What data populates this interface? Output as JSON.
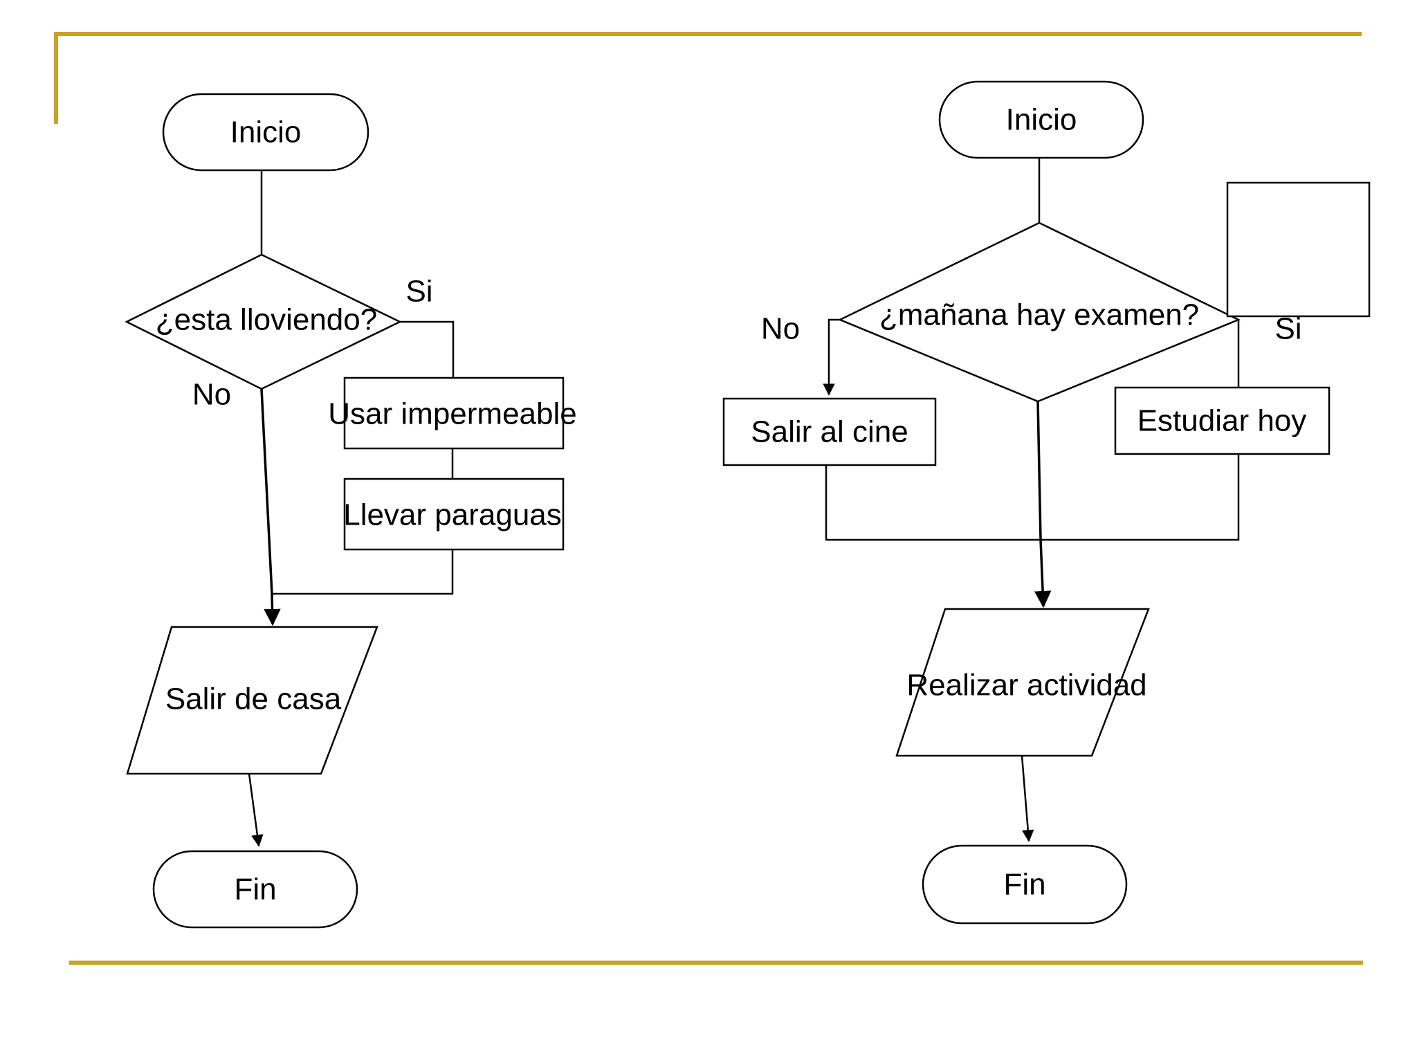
{
  "slide": {
    "background_color": "#ffffff",
    "accent_color": "#C9A227",
    "line_color": "#000000"
  },
  "diagrams": [
    {
      "id": "flowchart-lluvia",
      "nodes": [
        {
          "id": "inicio-left",
          "type": "terminator",
          "label": "Inicio"
        },
        {
          "id": "decision-lloviendo",
          "type": "decision",
          "label": "¿esta lloviendo?"
        },
        {
          "id": "usar-impermeable",
          "type": "process",
          "label": "Usar impermeable"
        },
        {
          "id": "llevar-paraguas",
          "type": "process",
          "label": "Llevar paraguas"
        },
        {
          "id": "salir-de-casa",
          "type": "input-output",
          "label": "Salir de casa"
        },
        {
          "id": "fin-left",
          "type": "terminator",
          "label": "Fin"
        }
      ],
      "branch_labels": [
        {
          "id": "si-left",
          "label": "Si"
        },
        {
          "id": "no-left",
          "label": "No"
        }
      ]
    },
    {
      "id": "flowchart-examen",
      "nodes": [
        {
          "id": "inicio-right",
          "type": "terminator",
          "label": "Inicio"
        },
        {
          "id": "decision-examen",
          "type": "decision",
          "label": "¿mañana hay examen?"
        },
        {
          "id": "salir-al-cine",
          "type": "process",
          "label": "Salir al cine"
        },
        {
          "id": "estudiar-hoy",
          "type": "process",
          "label": "Estudiar hoy"
        },
        {
          "id": "caja-vacia",
          "type": "process",
          "label": ""
        },
        {
          "id": "realizar-actividad",
          "type": "input-output",
          "label": "Realizar actividad"
        },
        {
          "id": "fin-right",
          "type": "terminator",
          "label": "Fin"
        }
      ],
      "branch_labels": [
        {
          "id": "no-right",
          "label": "No"
        },
        {
          "id": "si-right",
          "label": "Si"
        }
      ]
    }
  ]
}
